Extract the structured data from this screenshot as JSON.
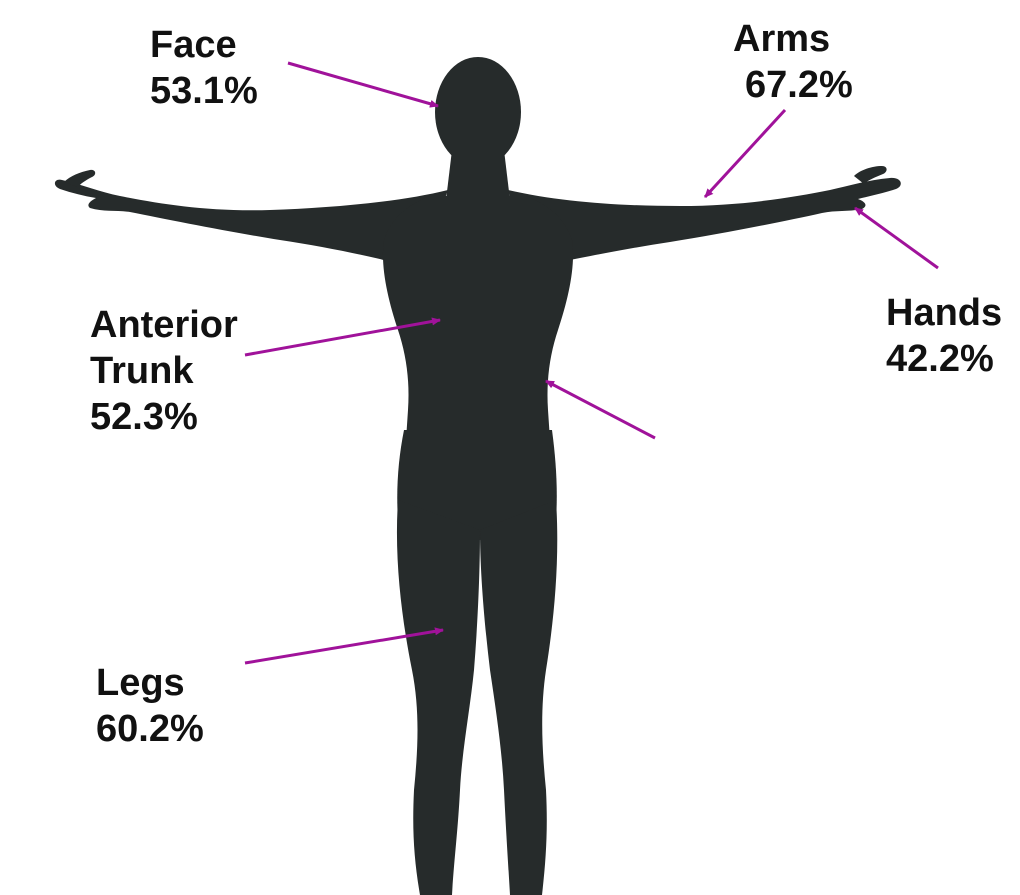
{
  "colors": {
    "silhouette": "#262b2b",
    "pointer": "#a0129a",
    "text": "#111111",
    "background": "#ffffff"
  },
  "regions": {
    "face": {
      "name": "Face",
      "value": "53.1%"
    },
    "arms": {
      "name": "Arms",
      "value": "67.2%"
    },
    "hands": {
      "name": "Hands",
      "value": "42.2%"
    },
    "anterior_trunk": {
      "name_line1": "Anterior",
      "name_line2": "Trunk",
      "value": "52.3%"
    },
    "legs": {
      "name": "Legs",
      "value": "60.2%"
    }
  }
}
